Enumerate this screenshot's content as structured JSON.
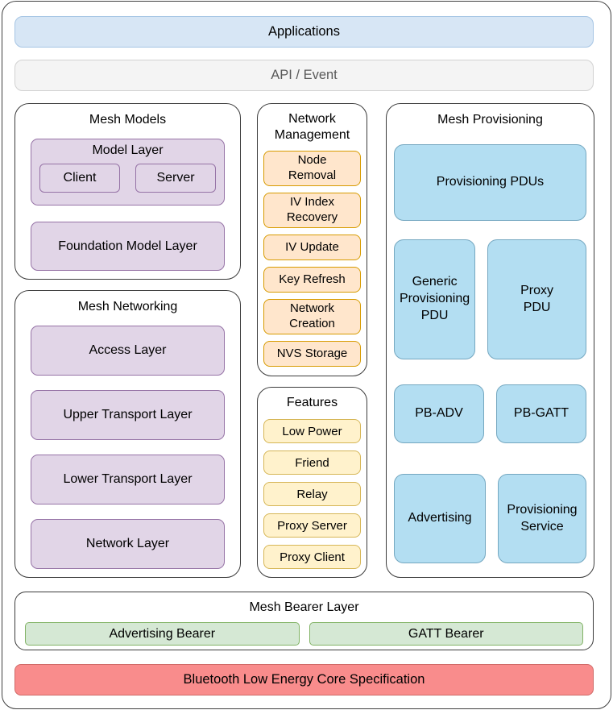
{
  "diagram": {
    "applications": "Applications",
    "api_event": "API / Event",
    "ble_core": "Bluetooth Low Energy Core Specification"
  },
  "mesh_models": {
    "title": "Mesh Models",
    "model_layer": {
      "title": "Model Layer",
      "client": "Client",
      "server": "Server"
    },
    "foundation_model_layer": "Foundation Model Layer"
  },
  "mesh_networking": {
    "title": "Mesh Networking",
    "layers": [
      "Access Layer",
      "Upper Transport Layer",
      "Lower Transport Layer",
      "Network Layer"
    ]
  },
  "network_management": {
    "title": "Network Management",
    "items": [
      "Node Removal",
      "IV Index Recovery",
      "IV Update",
      "Key Refresh",
      "Network Creation",
      "NVS Storage"
    ]
  },
  "features": {
    "title": "Features",
    "items": [
      "Low Power",
      "Friend",
      "Relay",
      "Proxy Server",
      "Proxy Client"
    ]
  },
  "mesh_provisioning": {
    "title": "Mesh Provisioning",
    "provisioning_pdus": "Provisioning PDUs",
    "cells": [
      "Generic Provisioning PDU",
      "Proxy PDU",
      "PB-ADV",
      "PB-GATT",
      "Advertising",
      "Provisioning Service"
    ]
  },
  "mesh_bearer": {
    "title": "Mesh Bearer Layer",
    "advertising_bearer": "Advertising Bearer",
    "gatt_bearer": "GATT Bearer"
  },
  "colors": {
    "app_fill": "#d7e6f5",
    "app_border": "#a6c5e4",
    "purple_fill": "#e1d5e7",
    "purple_border": "#9673a6",
    "orange_fill": "#ffe6cc",
    "orange_border": "#d79b00",
    "yellow_fill": "#fff2cc",
    "yellow_border": "#d6b656",
    "blue_fill": "#b3def2",
    "blue_border": "#74a7c0",
    "green_fill": "#d5e8d4",
    "green_border": "#82b366",
    "red_fill": "#f98c8c",
    "red_border": "#cf6a68"
  }
}
